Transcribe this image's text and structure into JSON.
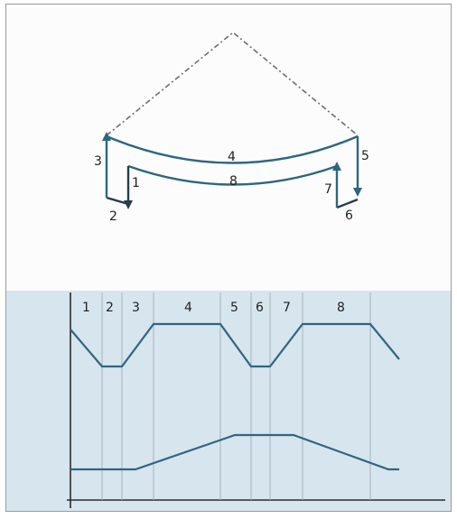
{
  "colors": {
    "page_bg": "#ffffff",
    "border": "#9a9a9a",
    "top_panel_bg": "#fcfcfc",
    "bottom_panel_bg": "#d7e5ee",
    "stroke_main": "#2f667f",
    "stroke_dark": "#243e4b",
    "label": "#1f1f1f",
    "gridline": "#a9b4bb",
    "dotted": "#6f6f6f"
  },
  "diagram": {
    "labels": {
      "step1": "1",
      "step2": "2",
      "step3": "3",
      "step4": "4",
      "step5": "5",
      "step6": "6",
      "step7": "7",
      "step8": "8"
    }
  },
  "timeline": {
    "phases": [
      "1",
      "2",
      "3",
      "4",
      "5",
      "6",
      "7",
      "8"
    ]
  }
}
